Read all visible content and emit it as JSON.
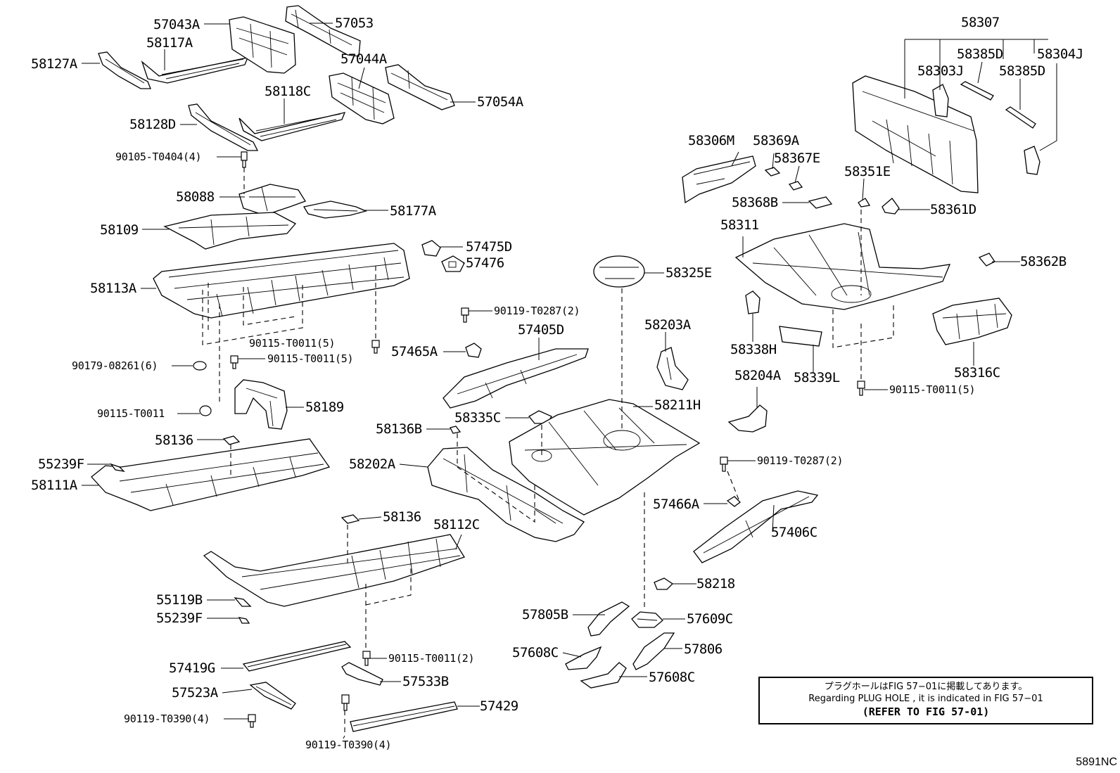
{
  "labels": [
    {
      "id": "57043A",
      "text": "57043A",
      "small": false
    },
    {
      "id": "57053",
      "text": "57053",
      "small": false
    },
    {
      "id": "58117A",
      "text": "58117A",
      "small": false
    },
    {
      "id": "58127A",
      "text": "58127A",
      "small": false
    },
    {
      "id": "57044A",
      "text": "57044A",
      "small": false
    },
    {
      "id": "58118C",
      "text": "58118C",
      "small": false
    },
    {
      "id": "57054A",
      "text": "57054A",
      "small": false
    },
    {
      "id": "58128D",
      "text": "58128D",
      "small": false
    },
    {
      "id": "90105-T0404",
      "text": "90105-T0404(4)",
      "small": true
    },
    {
      "id": "58088",
      "text": "58088",
      "small": false
    },
    {
      "id": "58177A",
      "text": "58177A",
      "small": false
    },
    {
      "id": "58109",
      "text": "58109",
      "small": false
    },
    {
      "id": "58113A",
      "text": "58113A",
      "small": false
    },
    {
      "id": "90115-T0011-5a",
      "text": "90115-T0011(5)",
      "small": true
    },
    {
      "id": "90115-T0011-5b",
      "text": "90115-T0011(5)",
      "small": true
    },
    {
      "id": "90179-08261",
      "text": "90179-08261(6)",
      "small": true
    },
    {
      "id": "90115-T0011",
      "text": "90115-T0011",
      "small": true
    },
    {
      "id": "58189",
      "text": "58189",
      "small": false
    },
    {
      "id": "58136a",
      "text": "58136",
      "small": false
    },
    {
      "id": "55239Fa",
      "text": "55239F",
      "small": false
    },
    {
      "id": "58111A",
      "text": "58111A",
      "small": false
    },
    {
      "id": "57475D",
      "text": "57475D",
      "small": false
    },
    {
      "id": "57476",
      "text": "57476",
      "small": false
    },
    {
      "id": "90119-T0287a",
      "text": "90119-T0287(2)",
      "small": true
    },
    {
      "id": "57405D",
      "text": "57405D",
      "small": false
    },
    {
      "id": "57465A",
      "text": "57465A",
      "small": false
    },
    {
      "id": "58335C",
      "text": "58335C",
      "small": false
    },
    {
      "id": "58136B",
      "text": "58136B",
      "small": false
    },
    {
      "id": "58202A",
      "text": "58202A",
      "small": false
    },
    {
      "id": "58136b",
      "text": "58136",
      "small": false
    },
    {
      "id": "58112C",
      "text": "58112C",
      "small": false
    },
    {
      "id": "55119B",
      "text": "55119B",
      "small": false
    },
    {
      "id": "55239Fb",
      "text": "55239F",
      "small": false
    },
    {
      "id": "90115-T0011-2",
      "text": "90115-T0011(2)",
      "small": true
    },
    {
      "id": "57419G",
      "text": "57419G",
      "small": false
    },
    {
      "id": "57533B",
      "text": "57533B",
      "small": false
    },
    {
      "id": "57523A",
      "text": "57523A",
      "small": false
    },
    {
      "id": "57429",
      "text": "57429",
      "small": false
    },
    {
      "id": "90119-T0390a",
      "text": "90119-T0390(4)",
      "small": true
    },
    {
      "id": "90119-T0390b",
      "text": "90119-T0390(4)",
      "small": true
    },
    {
      "id": "58325E",
      "text": "58325E",
      "small": false
    },
    {
      "id": "58203A",
      "text": "58203A",
      "small": false
    },
    {
      "id": "58211H",
      "text": "58211H",
      "small": false
    },
    {
      "id": "90119-T0287b",
      "text": "90119-T0287(2)",
      "small": true
    },
    {
      "id": "57466A",
      "text": "57466A",
      "small": false
    },
    {
      "id": "57406C",
      "text": "57406C",
      "small": false
    },
    {
      "id": "58218",
      "text": "58218",
      "small": false
    },
    {
      "id": "57805B",
      "text": "57805B",
      "small": false
    },
    {
      "id": "57609C",
      "text": "57609C",
      "small": false
    },
    {
      "id": "57608Ca",
      "text": "57608C",
      "small": false
    },
    {
      "id": "57806",
      "text": "57806",
      "small": false
    },
    {
      "id": "57608Cb",
      "text": "57608C",
      "small": false
    },
    {
      "id": "58307",
      "text": "58307",
      "small": false
    },
    {
      "id": "58385Da",
      "text": "58385D",
      "small": false
    },
    {
      "id": "58304J",
      "text": "58304J",
      "small": false
    },
    {
      "id": "58303J",
      "text": "58303J",
      "small": false
    },
    {
      "id": "58385Db",
      "text": "58385D",
      "small": false
    },
    {
      "id": "58306M",
      "text": "58306M",
      "small": false
    },
    {
      "id": "58369A",
      "text": "58369A",
      "small": false
    },
    {
      "id": "58367E",
      "text": "58367E",
      "small": false
    },
    {
      "id": "58351E",
      "text": "58351E",
      "small": false
    },
    {
      "id": "58368B",
      "text": "58368B",
      "small": false
    },
    {
      "id": "58361D",
      "text": "58361D",
      "small": false
    },
    {
      "id": "58311",
      "text": "58311",
      "small": false
    },
    {
      "id": "58362B",
      "text": "58362B",
      "small": false
    },
    {
      "id": "58338H",
      "text": "58338H",
      "small": false
    },
    {
      "id": "58339L",
      "text": "58339L",
      "small": false
    },
    {
      "id": "58316C",
      "text": "58316C",
      "small": false
    },
    {
      "id": "58204A",
      "text": "58204A",
      "small": false
    },
    {
      "id": "90115-T0011-5c",
      "text": "90115-T0011(5)",
      "small": true
    }
  ],
  "note": {
    "line1": "プラグホールはFIG 57−01に掲載してあります。",
    "line2": "Regarding  PLUG  HOLE , it is indicated in FIG  57−01",
    "line3": "(REFER TO FIG 57-01)"
  },
  "figure_code": "5891NC"
}
